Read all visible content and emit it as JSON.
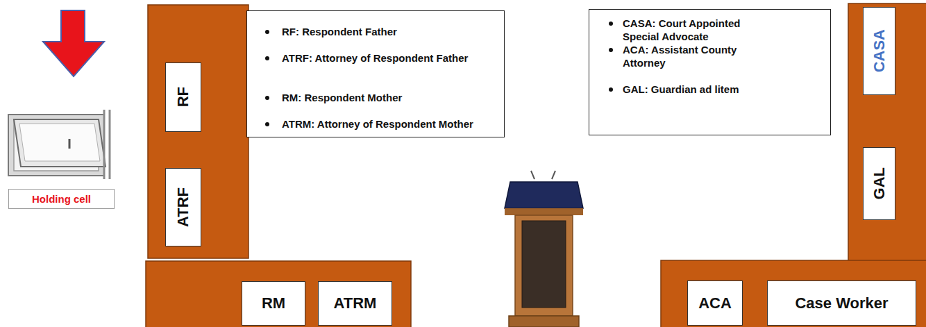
{
  "diagram": {
    "nodes": [
      {
        "text": [
          "RF"
        ]
      },
      {
        "text": [
          "ATRF"
        ]
      },
      {
        "text": [
          "RF: Respondent Father",
          "ATRF: Attorney of Respondent Father",
          "RM: Respondent Mother",
          "ATRM: Attorney of Respondent Mother"
        ]
      },
      {
        "text": [
          "CASA: Court Appointed Special Advocate",
          "ACA: Assistant County Attorney",
          "GAL: Guardian ad litem"
        ]
      },
      {
        "text": [
          "CASA"
        ]
      },
      {
        "text": [
          "GAL"
        ]
      },
      {
        "text": [
          "Holding cell"
        ]
      },
      {
        "text": [
          "RM"
        ]
      },
      {
        "text": [
          "ATRM"
        ]
      },
      {
        "text": [
          "ACA"
        ]
      },
      {
        "text": [
          "Case Worker"
        ]
      }
    ]
  }
}
